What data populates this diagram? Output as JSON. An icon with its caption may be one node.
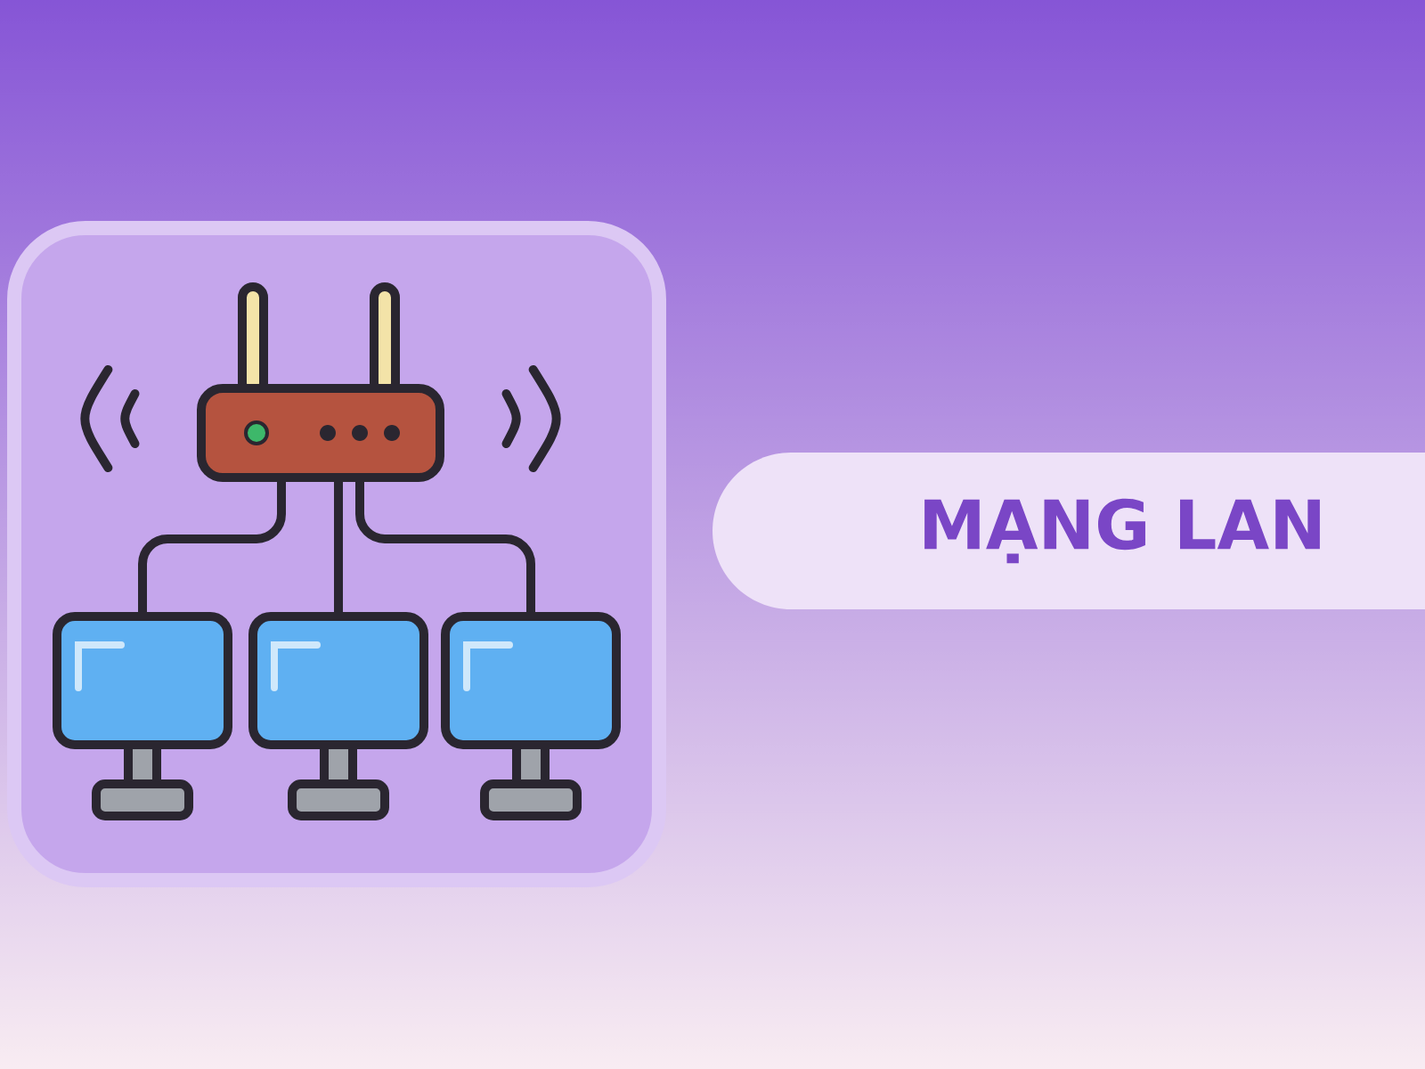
{
  "diagram": {
    "nodes": [
      {
        "text": [],
        "shape": "router"
      },
      {
        "text": [],
        "shape": "computer"
      },
      {
        "text": [],
        "shape": "computer"
      },
      {
        "text": [],
        "shape": "computer"
      },
      {
        "text": [
          "MẠNG LAN"
        ]
      }
    ],
    "edges": [
      {
        "from": 0,
        "to": 1,
        "arrow": "none"
      },
      {
        "from": 0,
        "to": 2,
        "arrow": "none"
      },
      {
        "from": 0,
        "to": 3,
        "arrow": "none"
      }
    ]
  }
}
